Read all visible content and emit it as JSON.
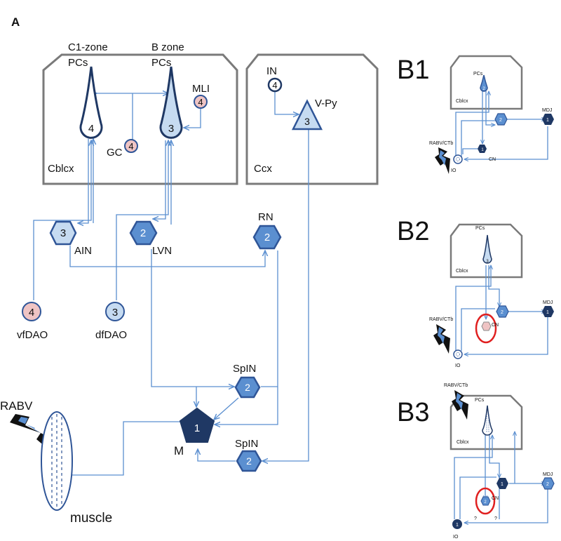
{
  "panel_labels": {
    "a": "A",
    "b1": "B1",
    "b2": "B2",
    "b3": "B3"
  },
  "zones": {
    "c1": "C1-zone",
    "b": "B zone"
  },
  "regions": {
    "cblcx": "Cblcx",
    "ccx": "Ccx"
  },
  "cells": {
    "pcs": "PCs",
    "mli": "MLI",
    "gc": "GC",
    "in": "IN",
    "vpy": "V-Py",
    "ain": "AIN",
    "lvn": "LVN",
    "rn": "RN",
    "vfdao": "vfDAO",
    "dfdao": "dfDAO",
    "spin": "SpIN",
    "m": "M",
    "rabv": "RABV",
    "muscle": "muscle",
    "cn": "CN",
    "io": "IO",
    "mdj": "MDJ",
    "rabv_ctb": "RABV/CTb",
    "question": "?"
  },
  "numbers": {
    "pc_c1": "4",
    "pc_b": "3",
    "mli": "4",
    "gc": "4",
    "in": "4",
    "vpy": "3",
    "ain": "3",
    "lvn": "2",
    "rn": "2",
    "vfdao": "4",
    "dfdao": "3",
    "spin_top": "2",
    "spin_bottom": "2",
    "m": "1",
    "b1_pc": "2",
    "b1_cn2": "2",
    "b1_cn1": "1",
    "b1_mdj": "1",
    "b2_pc": "3",
    "b2_cn2": "2",
    "b2_mdj": "1",
    "b3_cn1": "1",
    "b3_mdj": "2",
    "b3_cn2": "2",
    "b3_io": "1"
  },
  "colors": {
    "pink": "#efc4c4",
    "light_blue": "#c6dbf1",
    "mid_blue": "#5b8fd0",
    "dark_blue": "#1f3864",
    "outline": "#2f5597",
    "box_gray": "#7a7a7a",
    "red_marker": "#e02020"
  }
}
